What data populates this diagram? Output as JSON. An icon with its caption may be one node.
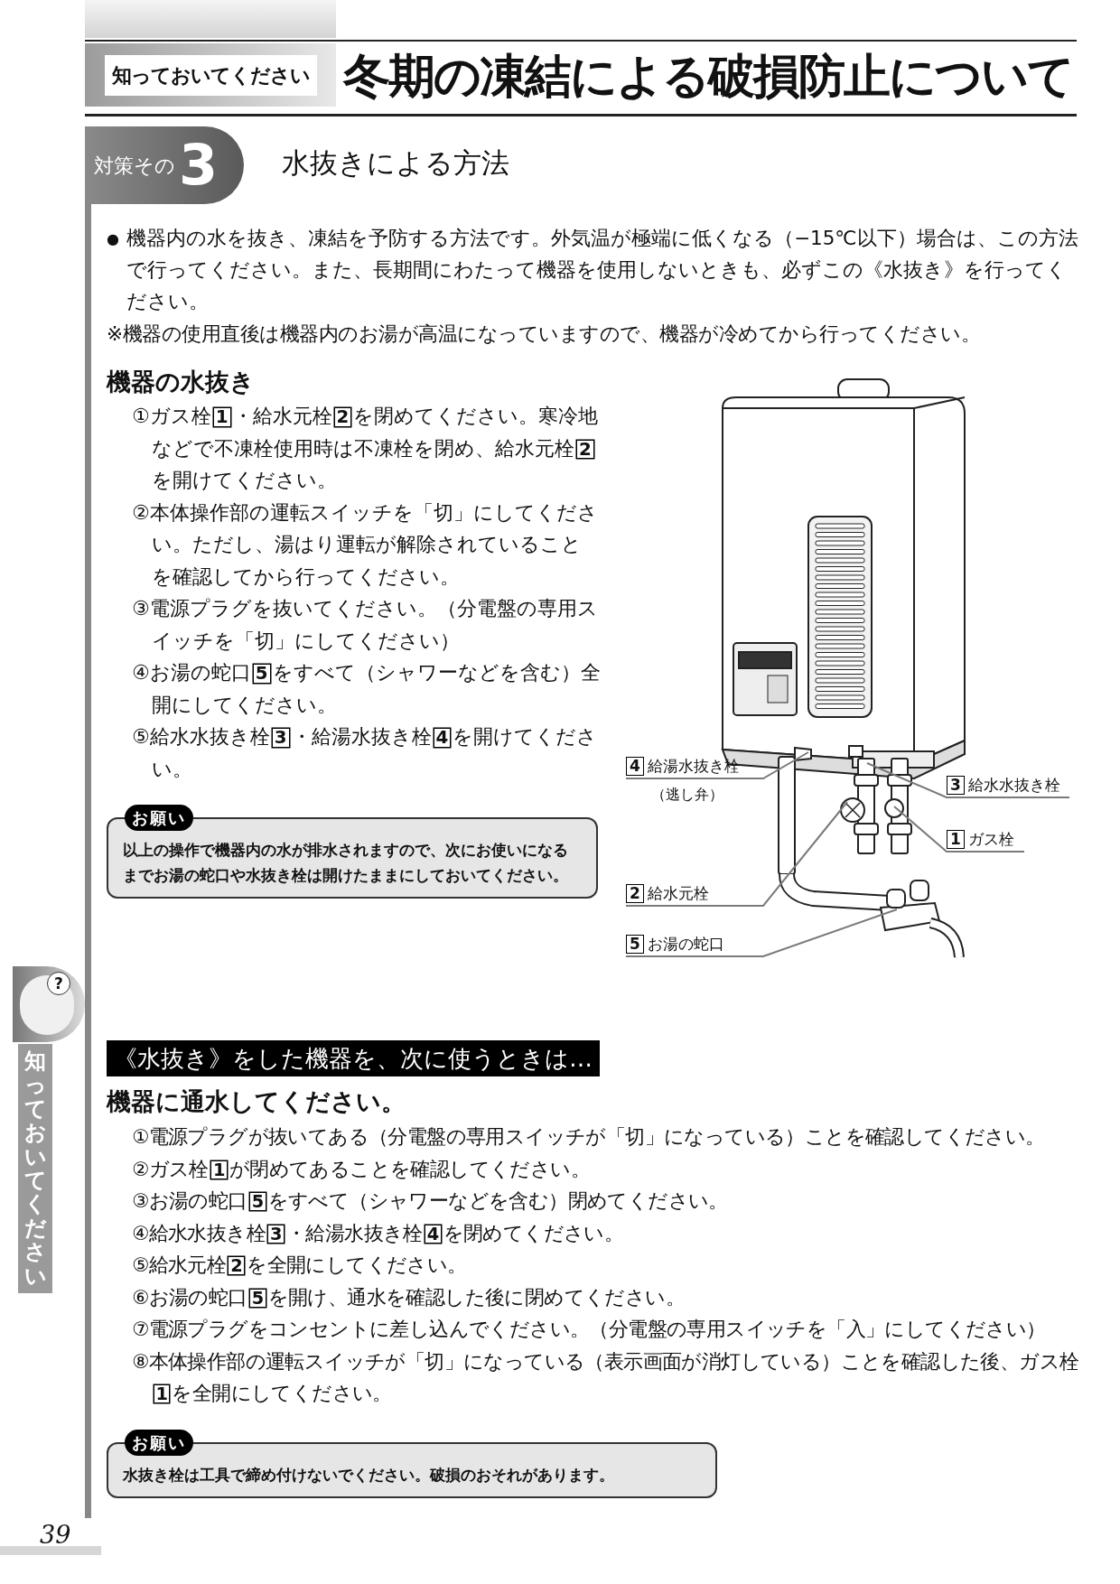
{
  "diagram": {
    "title": "冬期の凍結による破損防止について",
    "nodes": [
      {
        "text": [
          "4",
          "給湯水抜き栓"
        ],
        "beside": [
          "（逃し弁）"
        ]
      },
      {
        "text": [
          "3",
          "給水水抜き栓"
        ]
      },
      {
        "text": [
          "1",
          "ガス栓"
        ]
      },
      {
        "text": [
          "2",
          "給水元栓"
        ]
      },
      {
        "text": [
          "5",
          "お湯の蛇口"
        ]
      }
    ],
    "edges": [
      {
        "from": 0,
        "to": null,
        "arrow": "none"
      },
      {
        "from": 1,
        "to": null,
        "arrow": "none"
      },
      {
        "from": 2,
        "to": null,
        "arrow": "none"
      },
      {
        "from": 3,
        "to": null,
        "arrow": "none"
      },
      {
        "from": 4,
        "to": null,
        "arrow": "none"
      }
    ],
    "labels": [
      "知っておいてください",
      "対策その",
      "3",
      "水抜きによる方法",
      "機器内の水を抜き、凍結を予防する方法です。外気温が極端に低くなる（−15℃以下）場合は、この方法で行ってください。また、長期間にわたって機器を使用しないときも、必ずこの《水抜き》を行ってください。",
      "※機器の使用直後は機器内のお湯が高温になっていますので、機器が冷めてから行ってください。",
      "機器の水抜き",
      "①ガス栓1・給水元栓2を閉めてください。寒冷地などで不凍栓使用時は不凍栓を閉め、給水元栓2を開けてください。",
      "②本体操作部の運転スイッチを「切」にしてください。ただし、湯はり運転が解除されていることを確認してから行ってください。",
      "③電源プラグを抜いてください。（分電盤の専用スイッチを「切」にしてください）",
      "④お湯の蛇口5をすべて（シャワーなどを含む）全開にしてください。",
      "⑤給水水抜き栓3・給湯水抜き栓4を開けてください。",
      "お願い",
      "以上の操作で機器内の水が排水されますので、次にお使いになるまでお湯の蛇口や水抜き栓は開けたままにしておいてください。",
      "《水抜き》をした機器を、次に使うときは…",
      "機器に通水してください。",
      "①電源プラグが抜いてある（分電盤の専用スイッチが「切」になっている）ことを確認してください。",
      "②ガス栓1が閉めてあることを確認してください。",
      "③お湯の蛇口5をすべて（シャワーなどを含む）閉めてください。",
      "④給水水抜き栓3・給湯水抜き栓4を閉めてください。",
      "⑤給水元栓2を全開にしてください。",
      "⑥お湯の蛇口5を開け、通水を確認した後に閉めてください。",
      "⑦電源プラグをコンセントに差し込んでください。（分電盤の専用スイッチを「入」にしてください）",
      "⑧本体操作部の運転スイッチが「切」になっている（表示画面が消灯している）ことを確認した後、ガス栓1を全開にしてください。",
      "お願い",
      "水抜き栓は工具で締め付けないでください。破損のおそれがあります。",
      "?",
      "知っておいてください",
      "39",
      "●"
    ]
  }
}
